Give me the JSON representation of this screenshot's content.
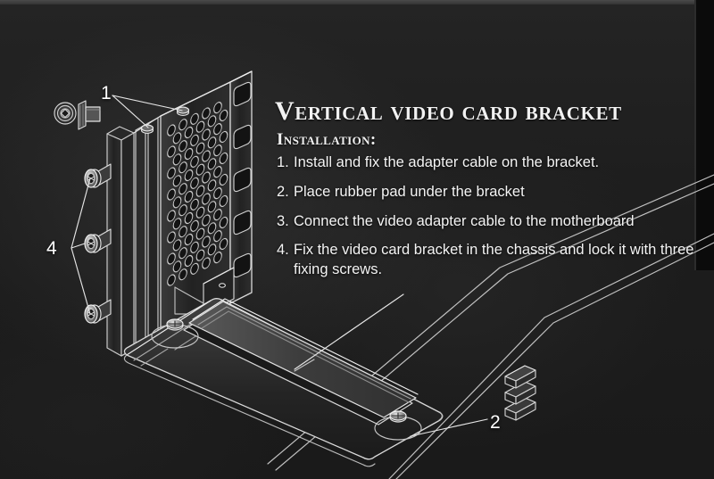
{
  "document": {
    "title": "Vertical video card bracket",
    "subtitle": "Installation:",
    "background_color": "#1e1e1e",
    "line_color": "#d8d8d8",
    "text_color": "#f2f2f2"
  },
  "steps": [
    {
      "num": "1.",
      "text": "Install and fix the adapter cable on the bracket."
    },
    {
      "num": "2.",
      "text": "Place rubber pad under the bracket"
    },
    {
      "num": "3.",
      "text": "Connect the video adapter cable to the motherboard"
    },
    {
      "num": "4.",
      "text": "Fix the video card bracket in the chassis and lock it with three fixing screws."
    }
  ],
  "callouts": [
    {
      "id": "1",
      "label": "1",
      "refers_to": "adapter-cable-mounting-screws"
    },
    {
      "id": "4",
      "label": "4",
      "refers_to": "three-fixing-thumbscrews"
    },
    {
      "id": "2",
      "label": "2",
      "refers_to": "rubber-pads"
    }
  ],
  "parts": {
    "vertical_bracket": "perforated vertical video card bracket",
    "slot_flange": "expansion slot flange with five slots",
    "riser_slot": "pcie riser slot rail on base plate",
    "ribbon_cable": "video adapter ribbon cable",
    "rubber_pads": "stack of three rubber pads",
    "thumbscrew": "knurled thumbscrew",
    "thumbscrew_count": "3"
  }
}
